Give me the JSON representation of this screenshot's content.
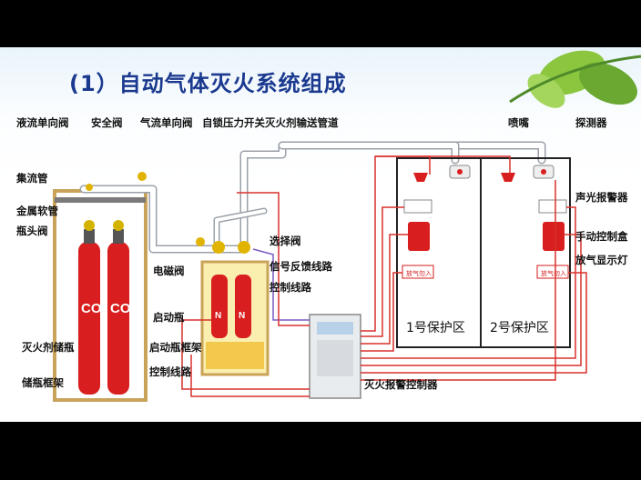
{
  "title": "(1）自动气体灭火系统组成",
  "labels": {
    "liquid_check_valve": "液流单向阀",
    "safety_valve": "安全阀",
    "gas_check_valve": "气流单向阀",
    "pressure_switch_pipe": "自锁压力开关灭火剂输送管道",
    "nozzle": "喷嘴",
    "detector": "探测器",
    "manifold": "集流管",
    "metal_hose": "金属软管",
    "bottle_valve": "瓶头阀",
    "selector_valve": "选择阀",
    "signal_feedback": "信号反馈线路",
    "control_line_1": "控制线路",
    "solenoid_valve": "电磁阀",
    "start_bottle": "启动瓶",
    "agent_bottle": "灭火剂储瓶",
    "start_bottle_rack": "启动瓶框架",
    "control_line_2": "控制线路",
    "bottle_rack": "储瓶框架",
    "alarm_controller": "灭火报警控制器",
    "sound_light_alarm": "声光报警器",
    "manual_control_box": "手动控制盒",
    "discharge_light": "放气显示灯",
    "zone_1": "1号保护区",
    "zone_2": "2号保护区"
  },
  "cylinder_text": {
    "co2": "CO",
    "n2": "N"
  },
  "device_text": {
    "discharge_sign": "放气勿入"
  },
  "colors": {
    "title": "#1b3a8f",
    "pipe": "#ffffff",
    "pipe_outline": "#9aa0a8",
    "control_wire": "#d9302c",
    "feedback_wire": "#7a5cc4",
    "cylinder": "#d81e1e",
    "rack": "#f2c94c"
  }
}
